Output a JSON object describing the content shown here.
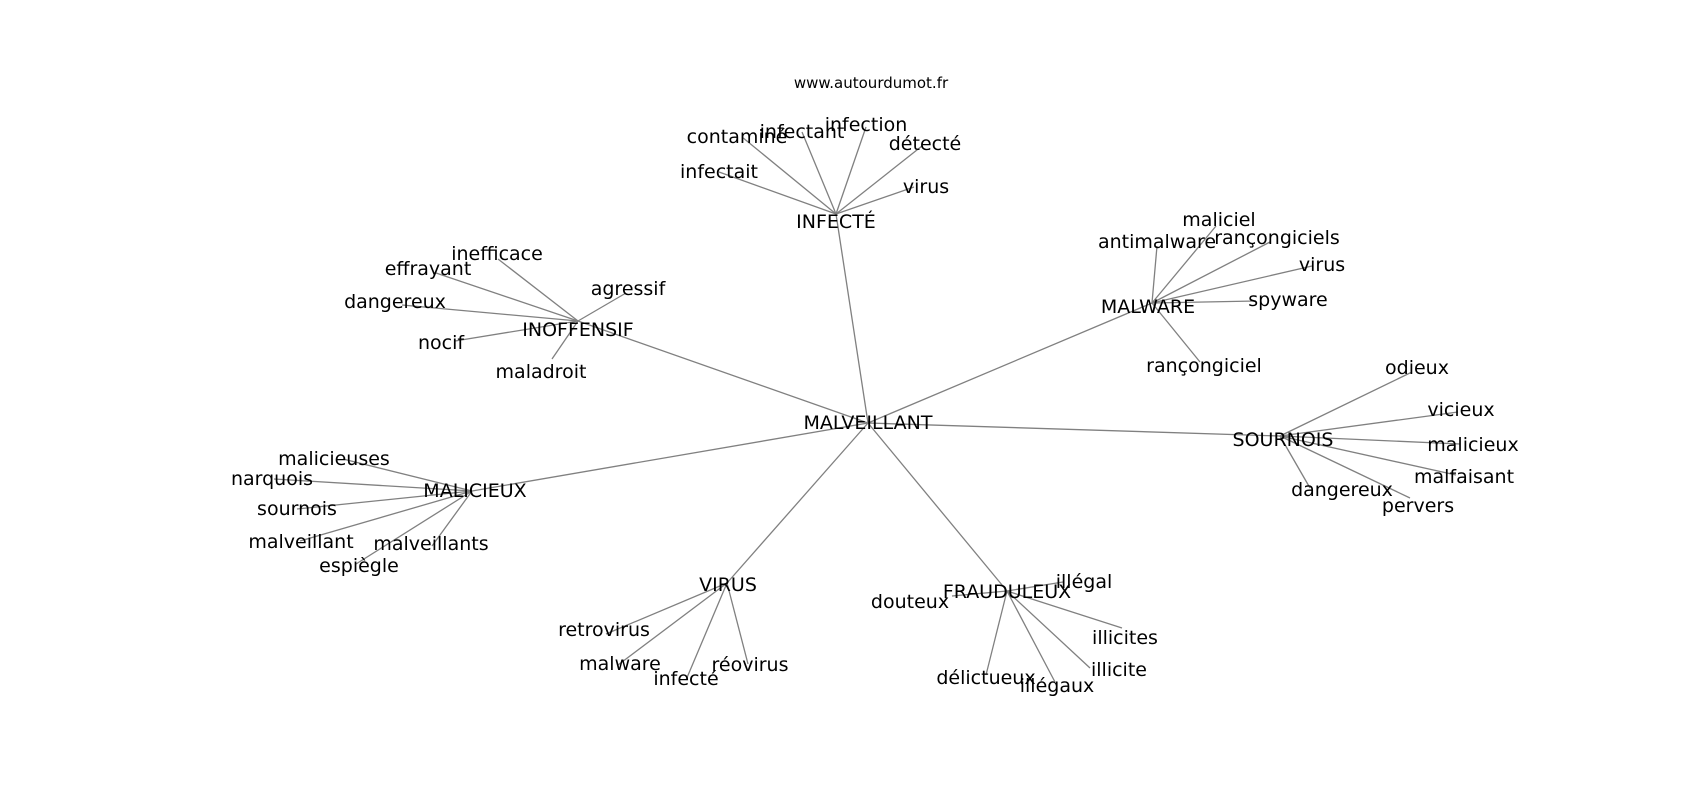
{
  "source": "www.autourdumot.fr",
  "root": "MALVEILLANT",
  "clusters": [
    {
      "label": "INFECTÉ",
      "leaves": [
        "contaminé",
        "infectant",
        "infection",
        "détecté",
        "infectait",
        "virus"
      ]
    },
    {
      "label": "MALWARE",
      "leaves": [
        "maliciel",
        "antimalware",
        "rançongiciels",
        "virus",
        "spyware",
        "rançongiciel"
      ]
    },
    {
      "label": "INOFFENSIF",
      "leaves": [
        "inefficace",
        "effrayant",
        "agressif",
        "dangereux",
        "nocif",
        "maladroit"
      ]
    },
    {
      "label": "SOURNOIS",
      "leaves": [
        "odieux",
        "vicieux",
        "malicieux",
        "malfaisant",
        "dangereux",
        "pervers"
      ]
    },
    {
      "label": "MALICIEUX",
      "leaves": [
        "malicieuses",
        "narquois",
        "sournois",
        "malveillant",
        "malveillants",
        "espiègle"
      ]
    },
    {
      "label": "VIRUS",
      "leaves": [
        "retrovirus",
        "malware",
        "infecté",
        "réovirus"
      ]
    },
    {
      "label": "FRAUDULEUX",
      "leaves": [
        "illégal",
        "douteux",
        "illicites",
        "illicite",
        "délictueux",
        "illégaux"
      ]
    }
  ]
}
